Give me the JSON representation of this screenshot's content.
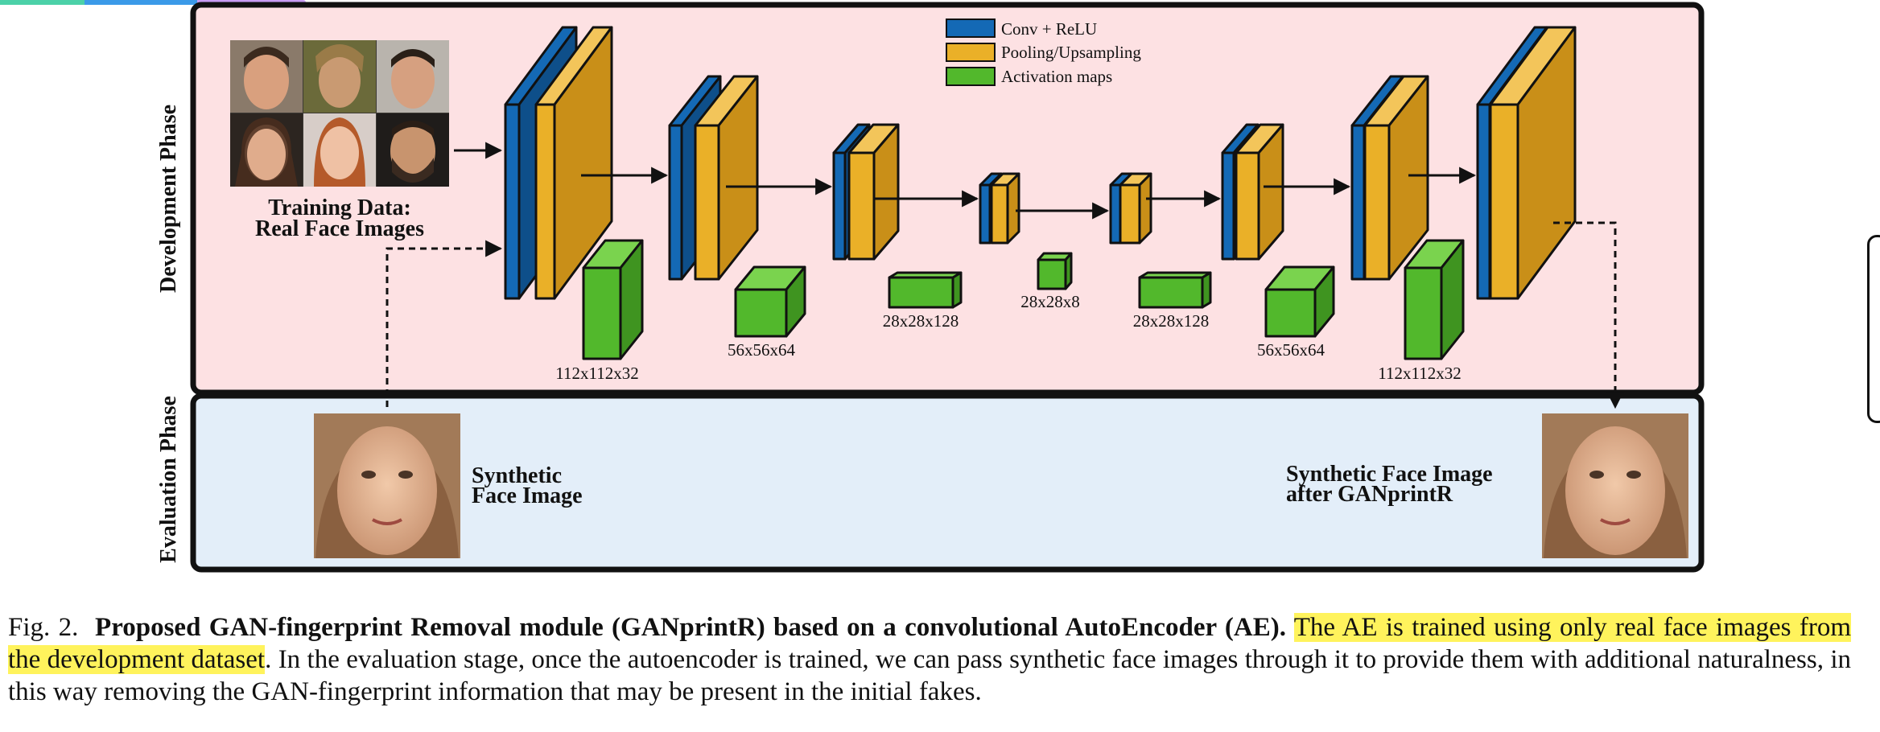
{
  "figure": {
    "phase_labels": {
      "development": "Development Phase",
      "evaluation": "Evaluation Phase"
    },
    "legend": [
      {
        "label": "Conv + ReLU",
        "color": "#1469b5"
      },
      {
        "label": "Pooling/Upsampling",
        "color": "#eab028"
      },
      {
        "label": "Activation maps",
        "color": "#52b82c"
      }
    ],
    "training_label": [
      "Training Data:",
      "Real Face Images"
    ],
    "synthetic_input_label": [
      "Synthetic",
      "Face Image"
    ],
    "synthetic_output_label": [
      "Synthetic Face Image",
      "after GANprintR"
    ],
    "activation_dims": [
      "112x112x32",
      "56x56x64",
      "28x28x128",
      "28x28x8",
      "28x28x128",
      "56x56x64",
      "112x112x32"
    ],
    "colors": {
      "development_bg": "#fde1e3",
      "evaluation_bg": "#e3eef9",
      "conv": "#1469b5",
      "pool": "#eab028",
      "activation": "#52b82c",
      "skin": "#e8b896",
      "hair": "#b78a5c"
    }
  },
  "caption": {
    "fig_label": "Fig. 2.",
    "title": "Proposed GAN-fingerprint Removal module (GANprintR) based on a convolutional AutoEncoder (AE).",
    "highlight": "The AE is trained using only real face images from the development dataset",
    "rest": ". In the evaluation stage, once the autoencoder is trained, we can pass synthetic face images through it to provide them with additional naturalness, in this way removing the GAN-fingerprint information that may be present in the initial fakes."
  },
  "progress_bar": {
    "segments": [
      "#4cd1a8",
      "#3b9ae8",
      "#c79bf2"
    ]
  }
}
